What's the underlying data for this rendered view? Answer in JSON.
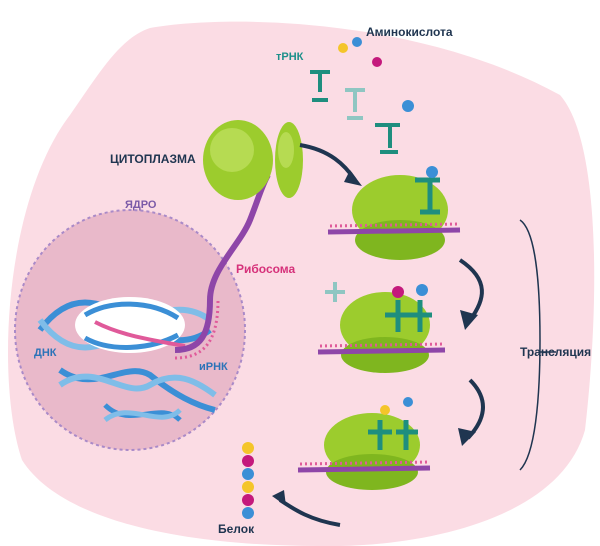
{
  "labels": {
    "aminoacid": "Аминокислота",
    "trna": "тРНК",
    "cytoplasm": "ЦИТОПЛАЗМА",
    "nucleus": "ЯДРО",
    "ribosome": "Рибосома",
    "dna": "ДНК",
    "mrna": "иРНК",
    "translation": "Трансляция",
    "protein": "Белок"
  },
  "colors": {
    "cell": "#fbdce4",
    "nucleus": "#e9b9ca",
    "nucleus_border": "#a98ac8",
    "ribosome": "#9ccc2d",
    "ribosome_light": "#c8e46a",
    "mrna": "#8e46a8",
    "mrna_ticks": "#e05a9a",
    "dna_blue": "#3b8fd6",
    "trna": "#1e8e7e",
    "arrow": "#1f3550"
  },
  "icons": [
    "cell-membrane-shape",
    "nucleus-shape",
    "dna-helix-icon",
    "ribosome-icon",
    "trna-icon",
    "amino-acid-icon",
    "protein-chain-icon",
    "flow-arrow-icon",
    "translation-bracket-icon"
  ]
}
